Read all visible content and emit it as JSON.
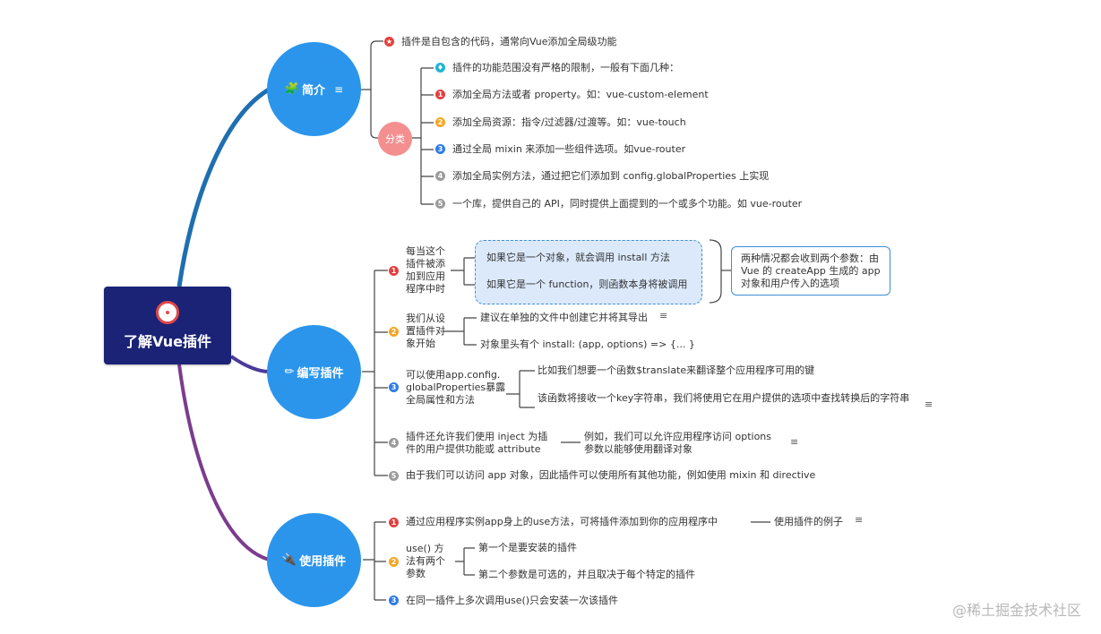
{
  "root": {
    "title": "了解Vue插件"
  },
  "intro": {
    "label": "简介",
    "items": [
      "插件是自包含的代码，通常向Vue添加全局级功能"
    ],
    "category": {
      "label": "分类",
      "header": "插件的功能范围没有严格的限制，一般有下面几种：",
      "items": [
        "添加全局方法或者 property。如：vue-custom-element",
        "添加全局资源：指令/过滤器/过渡等。如：vue-touch",
        "通过全局 mixin 来添加一些组件选项。如vue-router",
        "添加全局实例方法，通过把它们添加到 config.globalProperties 上实现",
        "一个库，提供自己的 API，同时提供上面提到的一个或多个功能。如 vue-router"
      ]
    }
  },
  "write": {
    "label": "编写插件",
    "items": {
      "i1": {
        "text": "每当这个插件被添加到应用程序中时",
        "sub1": "如果它是一个对象，就会调用 install 方法",
        "sub2": "如果它是一个 function，则函数本身将被调用",
        "note": "两种情况都会收到两个参数：由 Vue 的 createApp 生成的 app 对象和用户传入的选项"
      },
      "i2": {
        "text": "我们从设置插件对象开始",
        "sub1": "建议在单独的文件中创建它并将其导出",
        "sub2": "对象里头有个 install: (app, options) => {... }"
      },
      "i3": {
        "text": "可以使用app.config.globalProperties暴露全局属性和方法",
        "sub1": "比如我们想要一个函数$translate来翻译整个应用程序可用的键",
        "sub2": "该函数将接收一个key字符串，我们将使用它在用户提供的选项中查找转换后的字符串"
      },
      "i4": {
        "text": "插件还允许我们使用 inject 为插件的用户提供功能或 attribute",
        "sub1": "例如，我们可以允许应用程序访问 options 参数以能够使用翻译对象"
      },
      "i5": {
        "text": "由于我们可以访问 app 对象，因此插件可以使用所有其他功能，例如使用 mixin 和 directive"
      }
    }
  },
  "use": {
    "label": "使用插件",
    "items": {
      "i1": {
        "text": "通过应用程序实例app身上的use方法，可将插件添加到你的应用程序中",
        "sub1": "使用插件的例子"
      },
      "i2": {
        "text": "use() 方法有两个参数",
        "sub1": "第一个是要安装的插件",
        "sub2": "第二个参数是可选的，并且取决于每个特定的插件"
      },
      "i3": {
        "text": "在同一插件上多次调用use()只会安装一次该插件"
      }
    }
  },
  "badges": {
    "n1": "1",
    "n2": "2",
    "n3": "3",
    "n4": "4",
    "n5": "5",
    "star": "★",
    "bulb": "♦"
  },
  "icons": {
    "menu": "≡",
    "intro_emoji": "🧩",
    "write_emoji": "✏",
    "use_emoji": "🔌"
  },
  "watermark": "@稀土掘金技术社区",
  "colors": {
    "root": "#1a2375",
    "circle": "#2b95ec",
    "branch_intro": "#1f6fb0",
    "branch_write": "#4b3a9a",
    "branch_use": "#7b3c8e",
    "pink": "#f48f8f"
  }
}
